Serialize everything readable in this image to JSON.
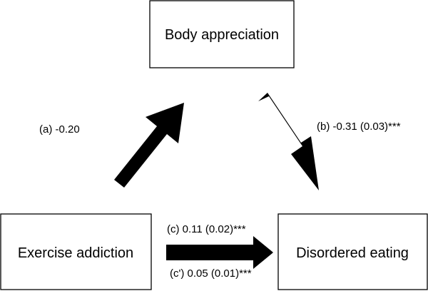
{
  "nodes": {
    "mediator": {
      "label": "Body appreciation"
    },
    "predictor": {
      "label": "Exercise addiction"
    },
    "outcome": {
      "label": "Disordered eating"
    }
  },
  "paths": {
    "a": {
      "label": "(a) -0.20"
    },
    "b": {
      "label": "(b) -0.31 (0.03)***"
    },
    "c_total": {
      "label": "(c) 0.11 (0.02)***"
    },
    "c_direct": {
      "label": "(c') 0.05 (0.01)***"
    }
  },
  "colors": {
    "stroke": "#000000",
    "fill": "#ffffff"
  }
}
